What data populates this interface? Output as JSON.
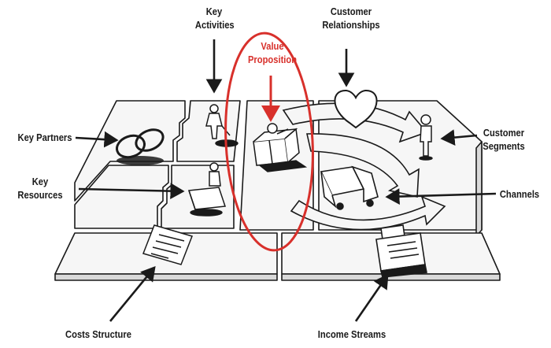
{
  "labels": {
    "key_activities": [
      "Key",
      "Activities"
    ],
    "customer_relationships": [
      "Customer",
      "Relationships"
    ],
    "value_proposition": [
      "Value",
      "Proposition"
    ],
    "key_partners": "Key Partners",
    "customer_segments": [
      "Customer",
      "Segments"
    ],
    "key_resources": [
      "Key",
      "Resources"
    ],
    "channels": "Channels",
    "costs_structure": "Costs Structure",
    "income_streams": "Income Streams"
  },
  "colors": {
    "ink": "#1a1a1a",
    "highlight": "#d8302b",
    "board_fill": "#f4f4f4",
    "board_shadow": "#d9d9d9"
  }
}
